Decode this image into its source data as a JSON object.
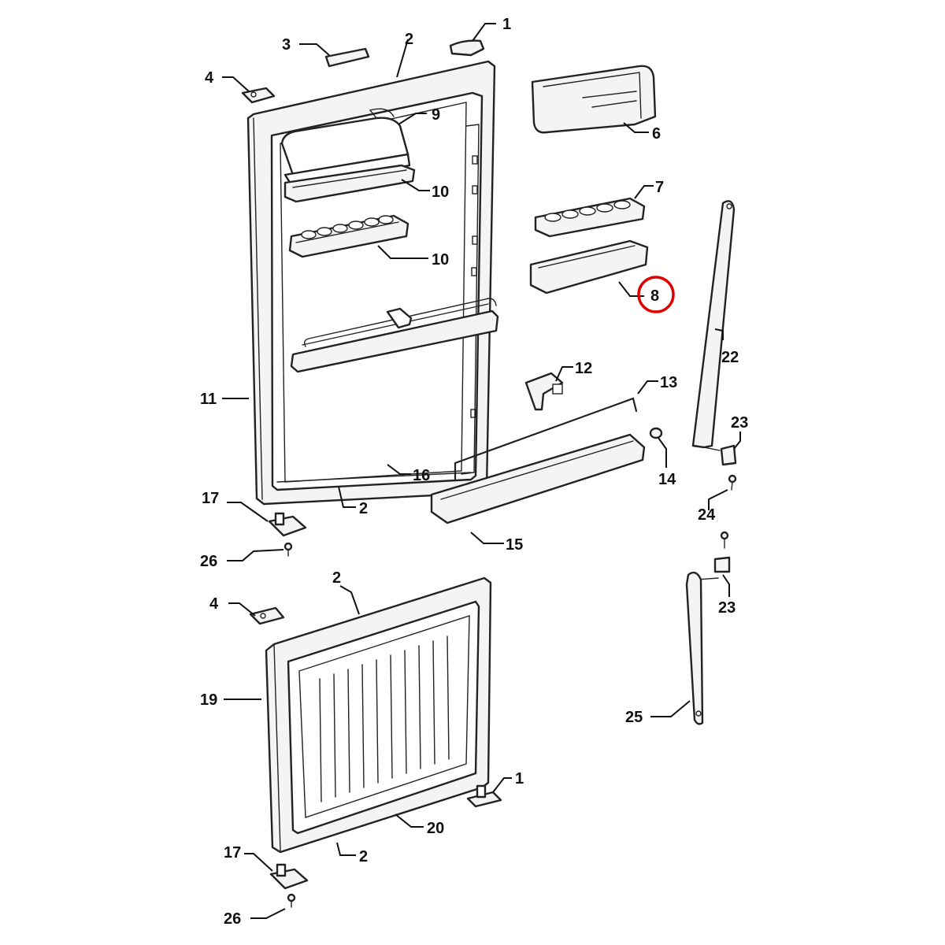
{
  "callouts": {
    "c1_top": "1",
    "c2_top": "2",
    "c3": "3",
    "c4_top": "4",
    "c9": "9",
    "c10_a": "10",
    "c10_b": "10",
    "c6": "6",
    "c7": "7",
    "c8": "8",
    "c11": "11",
    "c12": "12",
    "c13": "13",
    "c14": "14",
    "c15": "15",
    "c16": "16",
    "c2_mid": "2",
    "c17_top": "17",
    "c26_top": "26",
    "c22": "22",
    "c23_a": "23",
    "c24": "24",
    "c23_b": "23",
    "c25": "25",
    "c2_lower": "2",
    "c4_lower": "4",
    "c19": "19",
    "c1_lower": "1",
    "c20": "20",
    "c2_bottom": "2",
    "c17_bottom": "17",
    "c26_bottom": "26"
  },
  "highlight": {
    "callout": "8",
    "color": "#e00000"
  }
}
